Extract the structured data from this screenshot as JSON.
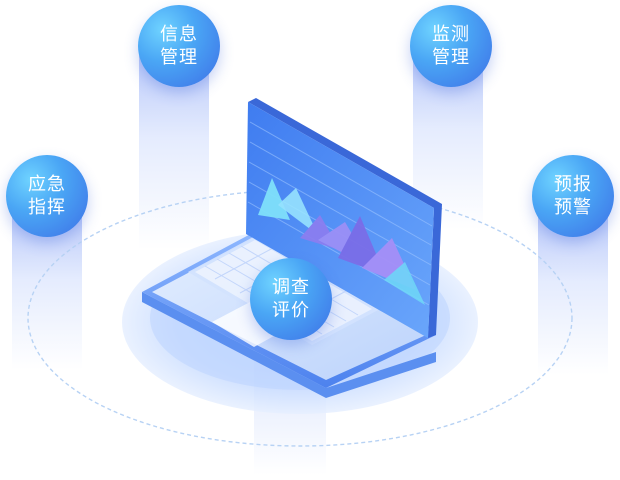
{
  "nodes": [
    {
      "id": "info-management",
      "line1": "信息",
      "line2": "管理"
    },
    {
      "id": "monitor-management",
      "line1": "监测",
      "line2": "管理"
    },
    {
      "id": "emergency-command",
      "line1": "应急",
      "line2": "指挥"
    },
    {
      "id": "warning",
      "line1": "预报",
      "line2": "预警"
    },
    {
      "id": "survey-evaluation",
      "line1": "调查",
      "line2": "评价"
    }
  ],
  "colors": {
    "bubble_light": "#6fd3ff",
    "bubble_dark": "#3d6fe6",
    "screen_blue": "#4f8ef5",
    "chart_purple": "#8a7ef0",
    "chart_cyan": "#6fd8f7",
    "platform": "#cfe0ff"
  }
}
